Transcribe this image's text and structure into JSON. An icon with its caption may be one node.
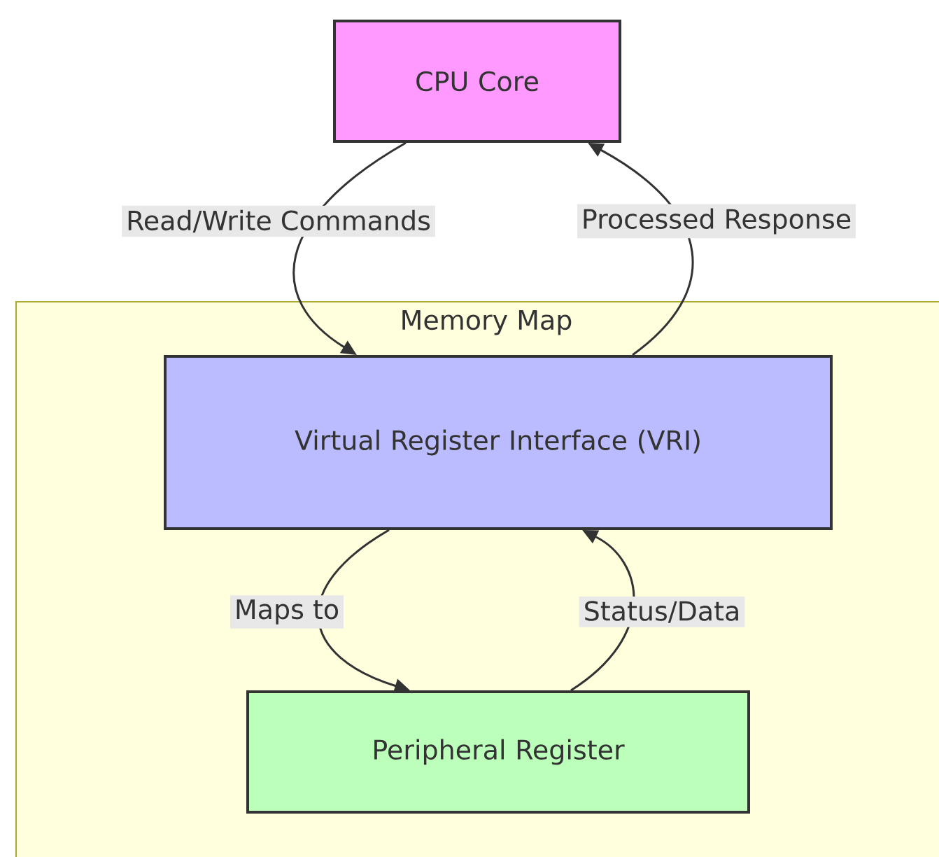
{
  "diagram": {
    "nodes": [
      {
        "text": [
          "CPU Core"
        ]
      },
      {
        "text": [
          "Memory Map"
        ]
      },
      {
        "text": [
          "Virtual Register Interface (VRI)"
        ],
        "in": 1
      },
      {
        "text": [
          "Peripheral Register"
        ],
        "in": 1
      }
    ],
    "edges": [
      {
        "from": 0,
        "to": 2,
        "arrow": "to",
        "label": "Read/Write Commands"
      },
      {
        "from": 2,
        "to": 0,
        "arrow": "to",
        "label": "Processed Response"
      },
      {
        "from": 2,
        "to": 3,
        "arrow": "to",
        "label": "Maps to"
      },
      {
        "from": 3,
        "to": 2,
        "arrow": "to",
        "label": "Status/Data"
      }
    ]
  }
}
